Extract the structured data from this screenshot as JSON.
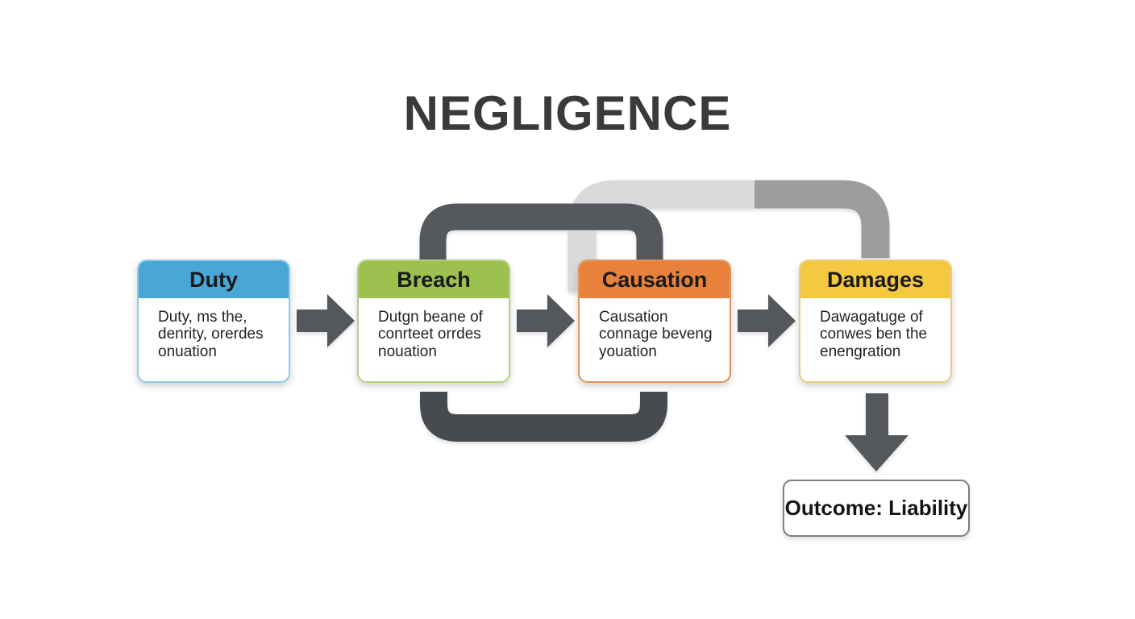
{
  "title": "NEGLIGENCE",
  "stages": [
    {
      "title": "Duty",
      "body": "Duty, ms the,\ndenrity, orerdes\nonuation"
    },
    {
      "title": "Breach",
      "body": "Dutgn beane of\nconrteet orrdes\nnouation"
    },
    {
      "title": "Causation",
      "body": "Causation\nconnage beveng\nyouation"
    },
    {
      "title": "Damages",
      "body": "Dawagatuge of\nconwes ben the\nenengration"
    }
  ],
  "outcome": {
    "label": "Outcome: Liability"
  },
  "colors": {
    "duty_header": "#4BA6D8",
    "breach_header": "#9CC14E",
    "causation_header": "#E8813B",
    "damages_header": "#F5C841",
    "connector_dark": "#55585C",
    "connector_bottom": "#474A4E",
    "connector_light_gray": "#DADADA",
    "connector_medium_gray": "#9D9D9D",
    "arrow": "#54575B",
    "outcome_border": "#7F7F7F",
    "title_text": "#3A3A3A"
  }
}
